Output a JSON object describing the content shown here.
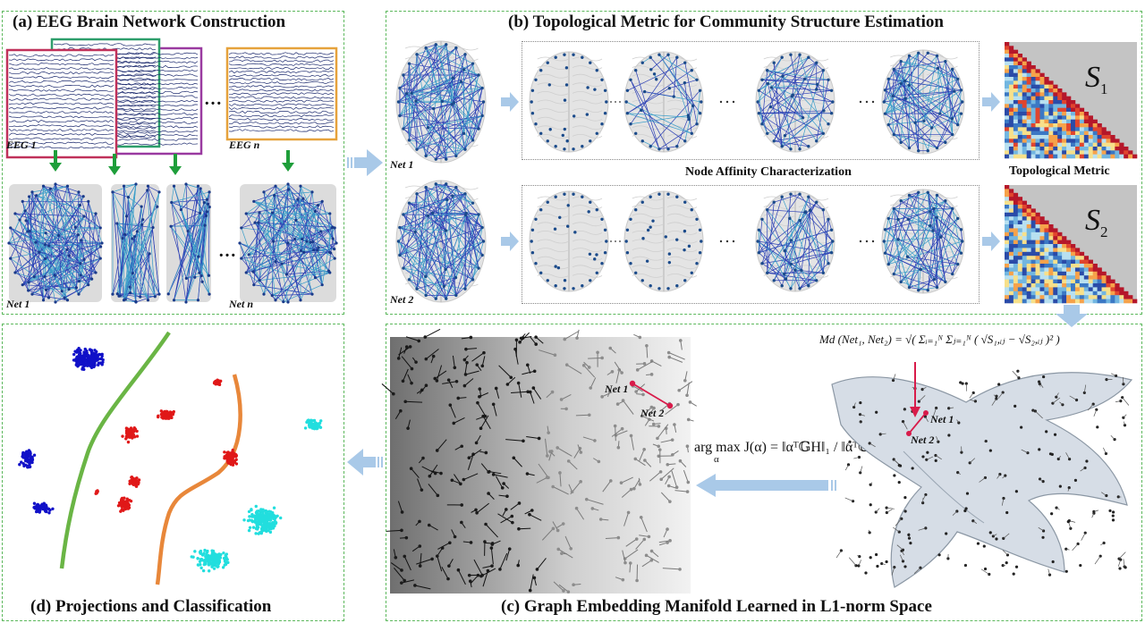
{
  "panels": {
    "a": {
      "title": "(a) EEG Brain Network Construction"
    },
    "b": {
      "title": "(b) Topological Metric for Community Structure Estimation"
    },
    "c": {
      "title": "(c) Graph Embedding Manifold Learned in L1-norm Space"
    },
    "d": {
      "title": "(d) Projections and Classification"
    }
  },
  "eeg": {
    "first": "EEG 1",
    "last": "EEG n",
    "net_first": "Net 1",
    "net_last": "Net n",
    "ellipsis": "…"
  },
  "topo": {
    "row1_label": "Net 1",
    "row2_label": "Net 2",
    "middle_caption": "Node Affinity Characterization",
    "matrix_caption": "Topological Metric",
    "s1": "S",
    "s1_sub": "1",
    "s2": "S",
    "s2_sub": "2"
  },
  "manifold": {
    "md_formula": "Md (Net₁, Net₂) = √( Σᵢ₌₁ᴺ Σⱼ₌₁ᴺ ( √S₁,ᵢⱼ − √S₂,ᵢⱼ )² )",
    "objective": "arg max J(α) = ‖αᵀ𝔾H‖₁ / ‖αᵀ𝔾√D‖₁",
    "objective_sub": "α",
    "net1": "Net 1",
    "net2": "Net 2"
  },
  "colors": {
    "frame": "#5cb85c",
    "arrow": "#a9c9e8",
    "green_arrow": "#1e9e3a",
    "eeg_frames": [
      "#c0315a",
      "#2e9e6b",
      "#9a3aa0",
      "#e6a23c"
    ],
    "cluster_blue": "#1010c8",
    "cluster_red": "#e01818",
    "cluster_cyan": "#22dede",
    "boundary_green": "#6ab545",
    "boundary_orange": "#e8873a",
    "net_highlight": "#d81b4a"
  }
}
